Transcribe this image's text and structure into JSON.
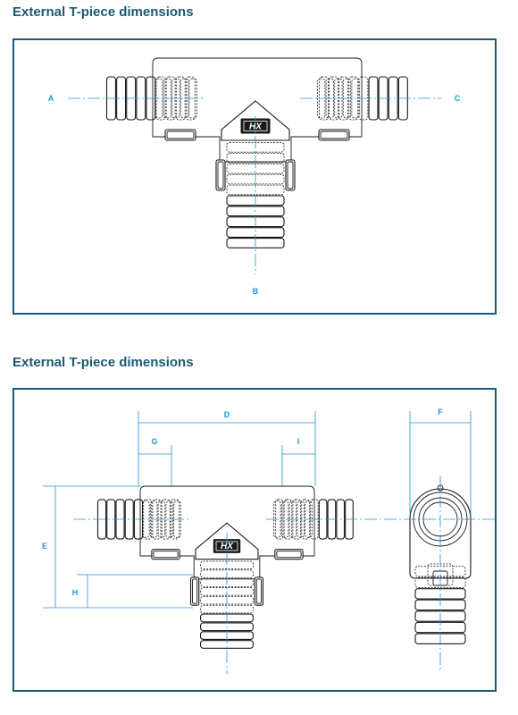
{
  "figures": [
    {
      "title": "External T-piece dimensions",
      "labels": {
        "A": "A",
        "B": "B",
        "C": "C"
      }
    },
    {
      "title": "External T-piece dimensions",
      "labels": {
        "D": "D",
        "E": "E",
        "F": "F",
        "G": "G",
        "H": "H",
        "I": "I"
      }
    }
  ],
  "logo_text": "HX",
  "colors": {
    "heading": "#1a5a73",
    "frame": "#1a5a73",
    "dimension": "#1a9ad6",
    "line": "#1a1a1a"
  },
  "icons": [
    "hx-logo-icon"
  ]
}
